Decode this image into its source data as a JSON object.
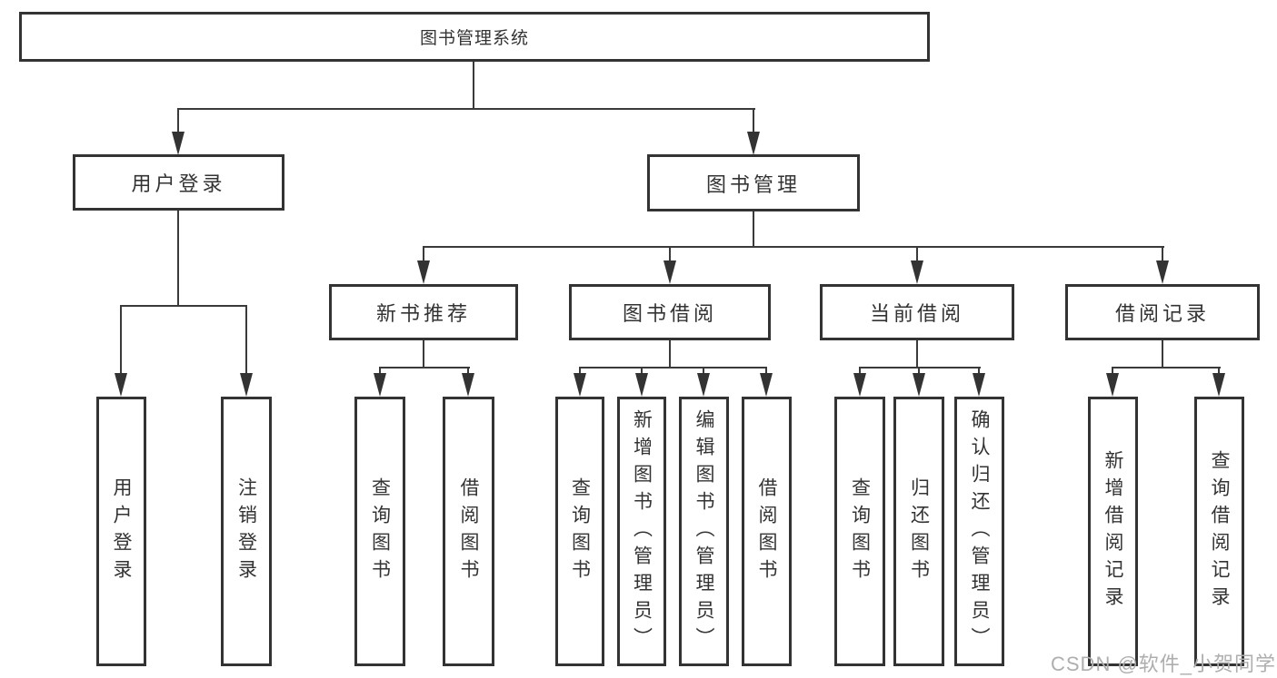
{
  "tree": {
    "root": {
      "label": "图书管理系统",
      "children": [
        {
          "label": "用户登录",
          "children": [
            {
              "label": "用户登录"
            },
            {
              "label": "注销登录"
            }
          ]
        },
        {
          "label": "图书管理",
          "children": [
            {
              "label": "新书推荐",
              "children": [
                {
                  "label": "查询图书"
                },
                {
                  "label": "借阅图书"
                }
              ]
            },
            {
              "label": "图书借阅",
              "children": [
                {
                  "label": "查询图书"
                },
                {
                  "label": "新增图书（管理员）"
                },
                {
                  "label": "编辑图书（管理员）"
                },
                {
                  "label": "借阅图书"
                }
              ]
            },
            {
              "label": "当前借阅",
              "children": [
                {
                  "label": "查询图书"
                },
                {
                  "label": "归还图书"
                },
                {
                  "label": "确认归还（管理员）"
                }
              ]
            },
            {
              "label": "借阅记录",
              "children": [
                {
                  "label": "新增借阅记录"
                },
                {
                  "label": "查询借阅记录"
                }
              ]
            }
          ]
        }
      ]
    }
  },
  "watermark": {
    "text": "CSDN @软件_小贺同学"
  },
  "colors": {
    "line": "#3a3a3a",
    "border": "#333333",
    "text": "#333333",
    "watermark": "#aeaeae",
    "background": "#ffffff"
  }
}
